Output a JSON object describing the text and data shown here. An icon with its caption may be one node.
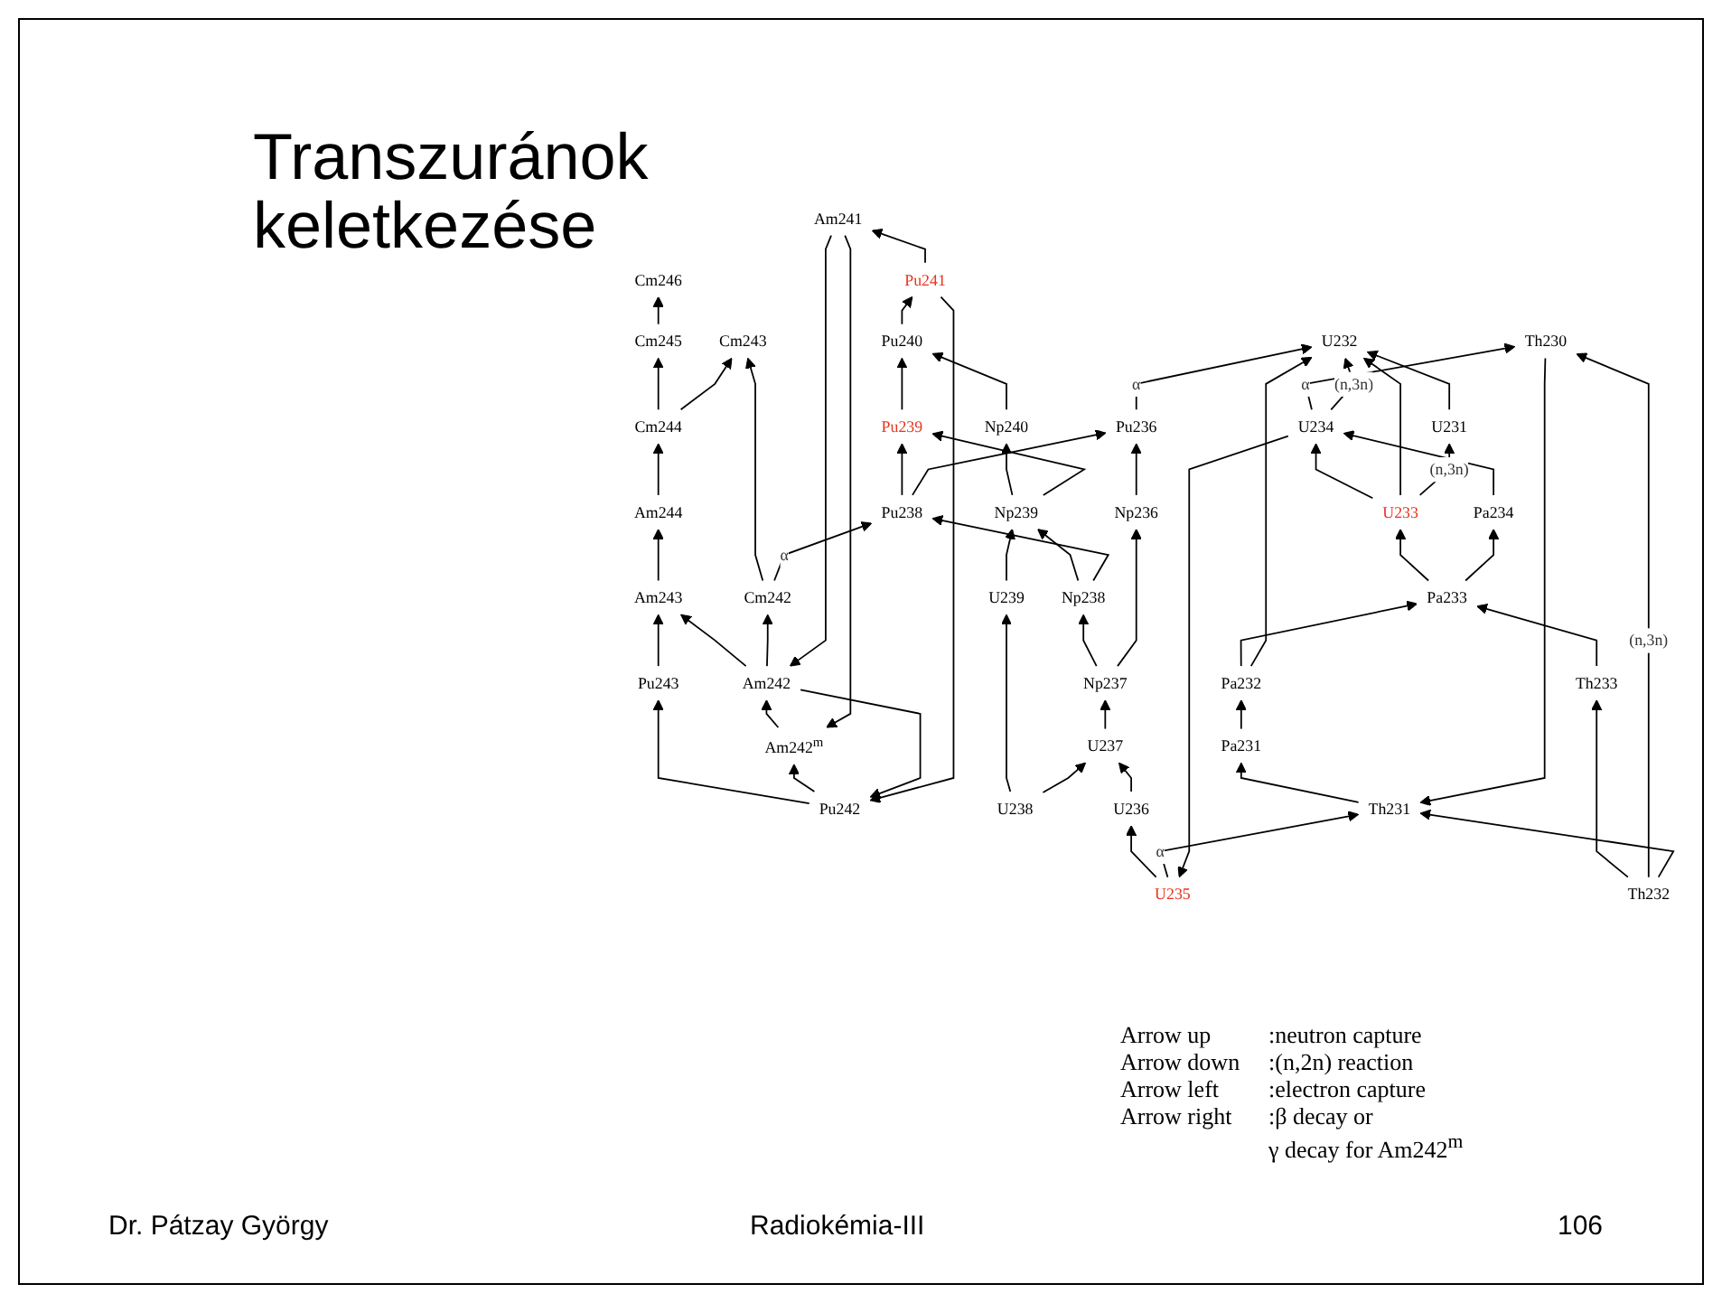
{
  "diagram": {
    "title": "Transzuránok keletkezése",
    "nodes": [
      {
        "text": [
          "Cm246"
        ]
      },
      {
        "text": [
          "Cm245"
        ]
      },
      {
        "text": [
          "Am244"
        ]
      },
      {
        "text": [
          "Cm244"
        ]
      },
      {
        "text": [
          "Pu243"
        ]
      },
      {
        "text": [
          "Am243"
        ]
      },
      {
        "text": [
          "Cm243"
        ]
      },
      {
        "text": [
          "Pu242"
        ]
      },
      {
        "text": [
          "Am242$^{m}$"
        ]
      },
      {
        "text": [
          "Am242"
        ]
      },
      {
        "text": [
          "Cm242"
        ]
      },
      {
        "text": [
          "Pu241"
        ]
      },
      {
        "text": [
          "Am241"
        ]
      },
      {
        "text": [
          "Np240"
        ]
      },
      {
        "text": [
          "Pu240"
        ]
      },
      {
        "text": [
          "U239"
        ]
      },
      {
        "text": [
          "Np239"
        ]
      },
      {
        "text": [
          "Pu239"
        ]
      },
      {
        "text": [
          "U238"
        ]
      },
      {
        "text": [
          "Np238"
        ]
      },
      {
        "text": [
          "Pu238"
        ]
      },
      {
        "text": [
          "U237"
        ]
      },
      {
        "text": [
          "Np237"
        ]
      },
      {
        "text": [
          "U236"
        ]
      },
      {
        "text": [
          "Np236"
        ]
      },
      {
        "text": [
          "Pu236"
        ]
      },
      {
        "text": [
          "U235"
        ]
      },
      {
        "text": [
          "Pa234"
        ]
      },
      {
        "text": [
          "U234"
        ]
      },
      {
        "text": [
          "Th233"
        ]
      },
      {
        "text": [
          "Pa233"
        ]
      },
      {
        "text": [
          "U233"
        ]
      },
      {
        "text": [
          "Th232"
        ]
      },
      {
        "text": [
          "Pa232"
        ]
      },
      {
        "text": [
          "U232"
        ]
      },
      {
        "text": [
          "Th231"
        ]
      },
      {
        "text": [
          "Pa231"
        ]
      },
      {
        "text": [
          "U231"
        ]
      },
      {
        "text": [
          "Th230"
        ]
      }
    ],
    "edges": [
      {
        "from": 1,
        "to": 0,
        "arrow": "to"
      },
      {
        "from": 3,
        "to": 1,
        "arrow": "to"
      },
      {
        "from": 2,
        "to": 3,
        "arrow": "to"
      },
      {
        "from": 3,
        "to": 6,
        "arrow": "to"
      },
      {
        "from": 5,
        "to": 2,
        "arrow": "to"
      },
      {
        "from": 4,
        "to": 5,
        "arrow": "to"
      },
      {
        "from": 10,
        "to": 6,
        "arrow": "to"
      },
      {
        "from": 7,
        "to": 4,
        "arrow": "to"
      },
      {
        "from": 9,
        "to": 5,
        "arrow": "to"
      },
      {
        "from": 9,
        "to": 7,
        "arrow": "to"
      },
      {
        "from": 7,
        "to": 8,
        "arrow": "to"
      },
      {
        "from": 8,
        "to": 9,
        "arrow": "to"
      },
      {
        "from": 9,
        "to": 10,
        "arrow": "to"
      },
      {
        "from": 12,
        "to": 8,
        "arrow": "to"
      },
      {
        "from": 12,
        "to": 9,
        "arrow": "to"
      },
      {
        "from": 11,
        "to": 7,
        "arrow": "to"
      },
      {
        "from": 11,
        "to": 12,
        "arrow": "to"
      },
      {
        "from": 14,
        "to": 11,
        "arrow": "to"
      },
      {
        "from": 13,
        "to": 14,
        "arrow": "to"
      },
      {
        "from": 16,
        "to": 13,
        "arrow": "to"
      },
      {
        "from": 17,
        "to": 14,
        "arrow": "to"
      },
      {
        "from": 15,
        "to": 16,
        "arrow": "to"
      },
      {
        "from": 16,
        "to": 17,
        "arrow": "to"
      },
      {
        "from": 18,
        "to": 15,
        "arrow": "to"
      },
      {
        "from": 19,
        "to": 16,
        "arrow": "to"
      },
      {
        "from": 19,
        "to": 20,
        "arrow": "to"
      },
      {
        "from": 20,
        "to": 17,
        "arrow": "to"
      },
      {
        "from": 10,
        "to": 20,
        "label": "α",
        "arrow": "to"
      },
      {
        "from": 18,
        "to": 21,
        "arrow": "to"
      },
      {
        "from": 23,
        "to": 21,
        "arrow": "to"
      },
      {
        "from": 21,
        "to": 22,
        "arrow": "to"
      },
      {
        "from": 22,
        "to": 19,
        "arrow": "to"
      },
      {
        "from": 22,
        "to": 24,
        "arrow": "to"
      },
      {
        "from": 24,
        "to": 25,
        "arrow": "to"
      },
      {
        "from": 20,
        "to": 25,
        "arrow": "to"
      },
      {
        "from": 25,
        "to": 34,
        "label": "α",
        "arrow": "to"
      },
      {
        "from": 26,
        "to": 23,
        "arrow": "to"
      },
      {
        "from": 28,
        "to": 26,
        "arrow": "to"
      },
      {
        "from": 26,
        "to": 35,
        "label": "α",
        "arrow": "to"
      },
      {
        "from": 28,
        "to": 38,
        "label": "α",
        "arrow": "to"
      },
      {
        "from": 27,
        "to": 28,
        "arrow": "to"
      },
      {
        "from": 31,
        "to": 28,
        "arrow": "to"
      },
      {
        "from": 28,
        "to": 34,
        "label": "(n,3n)",
        "arrow": "to"
      },
      {
        "from": 29,
        "to": 30,
        "arrow": "to"
      },
      {
        "from": 30,
        "to": 31,
        "arrow": "to"
      },
      {
        "from": 30,
        "to": 27,
        "arrow": "to"
      },
      {
        "from": 32,
        "to": 29,
        "arrow": "to"
      },
      {
        "from": 33,
        "to": 30,
        "arrow": "to"
      },
      {
        "from": 31,
        "to": 34,
        "arrow": "to"
      },
      {
        "from": 31,
        "to": 37,
        "label": "(n,3n)",
        "arrow": "to"
      },
      {
        "from": 32,
        "to": 38,
        "label": "(n,3n)",
        "arrow": "to"
      },
      {
        "from": 32,
        "to": 35,
        "arrow": "to"
      },
      {
        "from": 33,
        "to": 34,
        "arrow": "to"
      },
      {
        "from": 37,
        "to": 34,
        "arrow": "to"
      },
      {
        "from": 35,
        "to": 36,
        "arrow": "to"
      },
      {
        "from": 38,
        "to": 35,
        "arrow": "to"
      },
      {
        "from": 36,
        "to": 33,
        "arrow": "to"
      }
    ],
    "labels": [
      "Arrow up",
      ":neutron capture",
      "Arrow down",
      ":(n,2n) reaction",
      "Arrow left",
      ":electron capture",
      "Arrow right",
      ":β decay or",
      "γ decay for  Am242$^{m}$",
      "Dr. Pátzay György",
      "Radiokémia-III",
      "106"
    ]
  }
}
